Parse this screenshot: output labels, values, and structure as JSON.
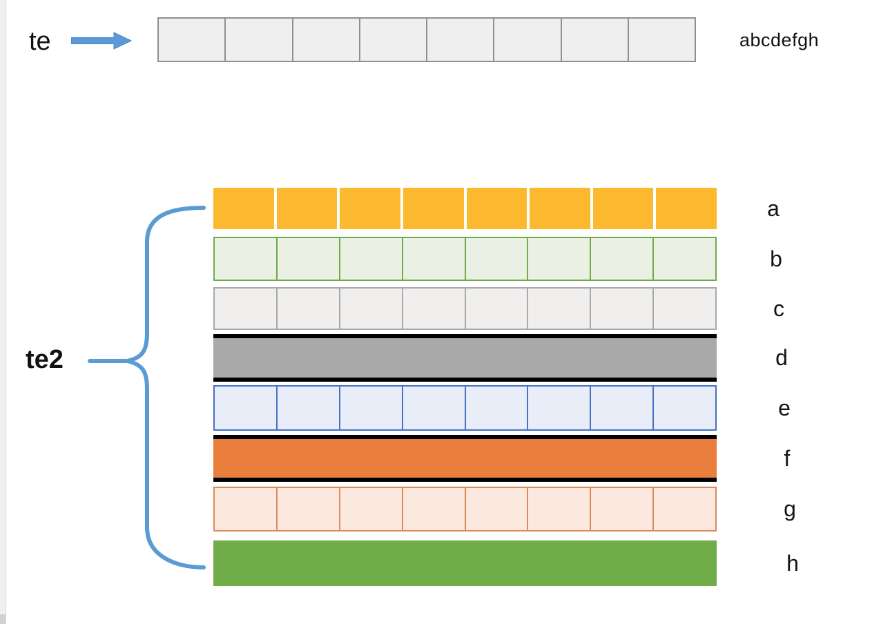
{
  "te_flow": {
    "label": "te",
    "output_label": "abcdefgh",
    "cell_count": 8,
    "cell_fill": "#F0EFEF",
    "cell_border": "#8F8F8F"
  },
  "te2_group": {
    "label": "te2",
    "rows": [
      {
        "id": "a",
        "label": "a",
        "type": "segmented-gap",
        "cells": 8,
        "fill": "#FCB92F",
        "separator": "#FFFFFF"
      },
      {
        "id": "b",
        "label": "b",
        "type": "segmented",
        "cells": 8,
        "fill": "#EAF0E4",
        "border": "#6FAC47"
      },
      {
        "id": "c",
        "label": "c",
        "type": "segmented",
        "cells": 8,
        "fill": "#F0EFEE",
        "border": "#A8A8A8"
      },
      {
        "id": "d",
        "label": "d",
        "type": "banded",
        "fill": "#A9A9A9",
        "band": "#000000"
      },
      {
        "id": "e",
        "label": "e",
        "type": "segmented",
        "cells": 8,
        "fill": "#E8EDF7",
        "border": "#4472C4"
      },
      {
        "id": "f",
        "label": "f",
        "type": "banded",
        "fill": "#EA7E3C",
        "band": "#000000"
      },
      {
        "id": "g",
        "label": "g",
        "type": "segmented",
        "cells": 8,
        "fill": "#FBE9DF",
        "border": "#DD8A58"
      },
      {
        "id": "h",
        "label": "h",
        "type": "solid",
        "fill": "#70AC48"
      }
    ]
  },
  "colors": {
    "accent_blue": "#5B9BD5",
    "accent_blue_dark": "#4A86C5",
    "text": "#111111",
    "scroll_track": "#EFEFEF",
    "scroll_thumb": "#D1D1D1"
  }
}
